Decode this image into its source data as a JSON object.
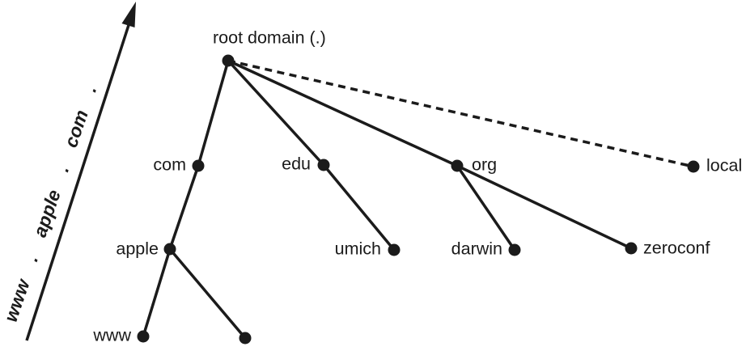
{
  "diagram": {
    "colors": {
      "ink": "#1b1b1b",
      "background": "#ffffff"
    },
    "rotated_arrow_label": "www . apple . com .",
    "nodes": {
      "root": {
        "label": "root domain (.)"
      },
      "com": {
        "label": "com"
      },
      "edu": {
        "label": "edu"
      },
      "org": {
        "label": "org"
      },
      "local": {
        "label": "local"
      },
      "apple": {
        "label": "apple"
      },
      "umich": {
        "label": "umich"
      },
      "darwin": {
        "label": "darwin"
      },
      "zeroconf": {
        "label": "zeroconf"
      },
      "www": {
        "label": "www"
      },
      "unlabeled": {
        "label": ""
      }
    },
    "edges": [
      {
        "from": "root",
        "to": "com",
        "style": "solid"
      },
      {
        "from": "root",
        "to": "edu",
        "style": "solid"
      },
      {
        "from": "root",
        "to": "org",
        "style": "solid"
      },
      {
        "from": "root",
        "to": "local",
        "style": "dashed"
      },
      {
        "from": "com",
        "to": "apple",
        "style": "solid"
      },
      {
        "from": "apple",
        "to": "www",
        "style": "solid"
      },
      {
        "from": "apple",
        "to": "unlabeled",
        "style": "solid"
      },
      {
        "from": "edu",
        "to": "umich",
        "style": "solid"
      },
      {
        "from": "org",
        "to": "darwin",
        "style": "solid"
      },
      {
        "from": "org",
        "to": "zeroconf",
        "style": "solid"
      }
    ]
  }
}
